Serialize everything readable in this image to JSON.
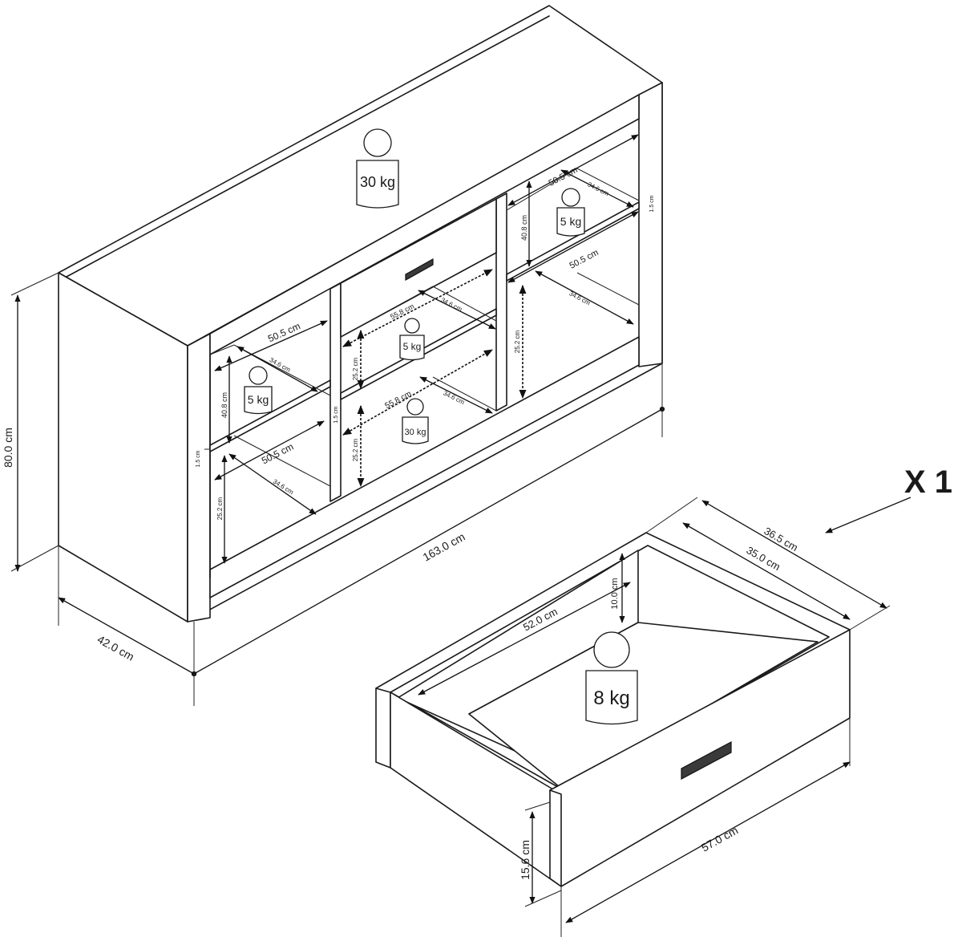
{
  "cabinet": {
    "top_load": "30 kg",
    "height": "80.0 cm",
    "width": "163.0 cm",
    "depth": "42.0 cm"
  },
  "left_section": {
    "upper_width": "50.5 cm",
    "upper_depth": "34.6 cm",
    "upper_height": "40.8 cm",
    "upper_load": "5 kg",
    "shelf_thickness": "1.5 cm",
    "lower_width": "50.5 cm",
    "lower_depth": "34.6 cm",
    "lower_height": "25.2 cm"
  },
  "middle_section": {
    "upper_width": "55.8 cm",
    "upper_depth": "34.6 cm",
    "upper_height": "25.2 cm",
    "upper_load": "5 kg",
    "divider_thickness": "1.5 cm",
    "lower_width": "55.8 cm",
    "lower_depth": "34.6 cm",
    "lower_height": "25.2 cm",
    "lower_load": "30 kg"
  },
  "right_section": {
    "upper_width": "50.5 cm",
    "upper_depth": "34.6 cm",
    "upper_height": "40.8 cm",
    "upper_load": "5 kg",
    "shelf_thickness": "1.5 cm",
    "lower_width": "50.5 cm",
    "lower_depth": "34.6 cm",
    "lower_height": "25.2 cm"
  },
  "drawer": {
    "quantity": "X 1",
    "outer_depth": "36.5 cm",
    "inner_depth": "35.0 cm",
    "inner_width": "52.0 cm",
    "inner_height": "10.0 cm",
    "load": "8 kg",
    "front_width": "57.0 cm",
    "front_height": "15.6 cm"
  }
}
